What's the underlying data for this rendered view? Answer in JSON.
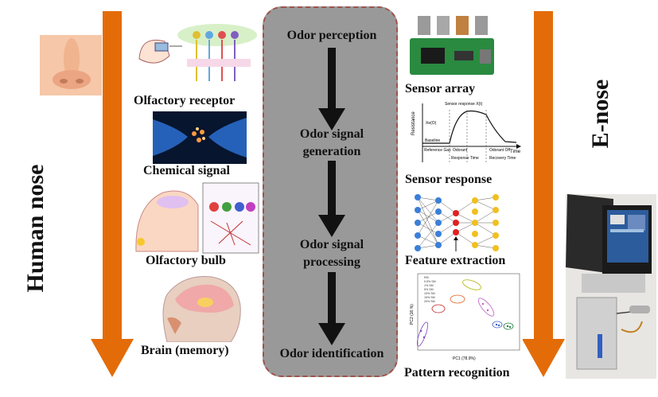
{
  "left_title": "Human nose",
  "right_title": "E-nose",
  "steps": [
    "Odor perception",
    "Odor signal generation",
    "Odor signal processing",
    "Odor identification"
  ],
  "steps_lines": {
    "s2a": "Odor signal",
    "s2b": "generation",
    "s3a": "Odor signal",
    "s3b": "processing"
  },
  "human_labels": {
    "receptor": "Olfactory receptor",
    "chemical": "Chemical signal",
    "bulb": "Olfactory bulb",
    "brain": "Brain  (memory)"
  },
  "enose_labels": {
    "array": "Sensor array",
    "response": "Sensor response",
    "feature": "Feature extraction",
    "pattern": "Pattern recognition"
  },
  "response_plot": {
    "ylabel": "Resistance",
    "xlabel": "Time",
    "annotations": [
      "Sensor response X(t)",
      "Xe(O)",
      "Baseline",
      "Odorant",
      "Reference Gas",
      "Response Time",
      "Odorant Off",
      "Recovery Time"
    ]
  },
  "pca_plot": {
    "xlabel": "PC1 (78.9%)",
    "ylabel": "PC2 (16.%)",
    "legend": [
      "RM",
      "0.5% SM",
      "1% SM",
      "5% SM",
      "10% SM",
      "15% SM",
      "20% SM"
    ]
  },
  "colors": {
    "arrow": "#e36c09",
    "panel": "#999999",
    "panel_border": "#a0524a"
  }
}
